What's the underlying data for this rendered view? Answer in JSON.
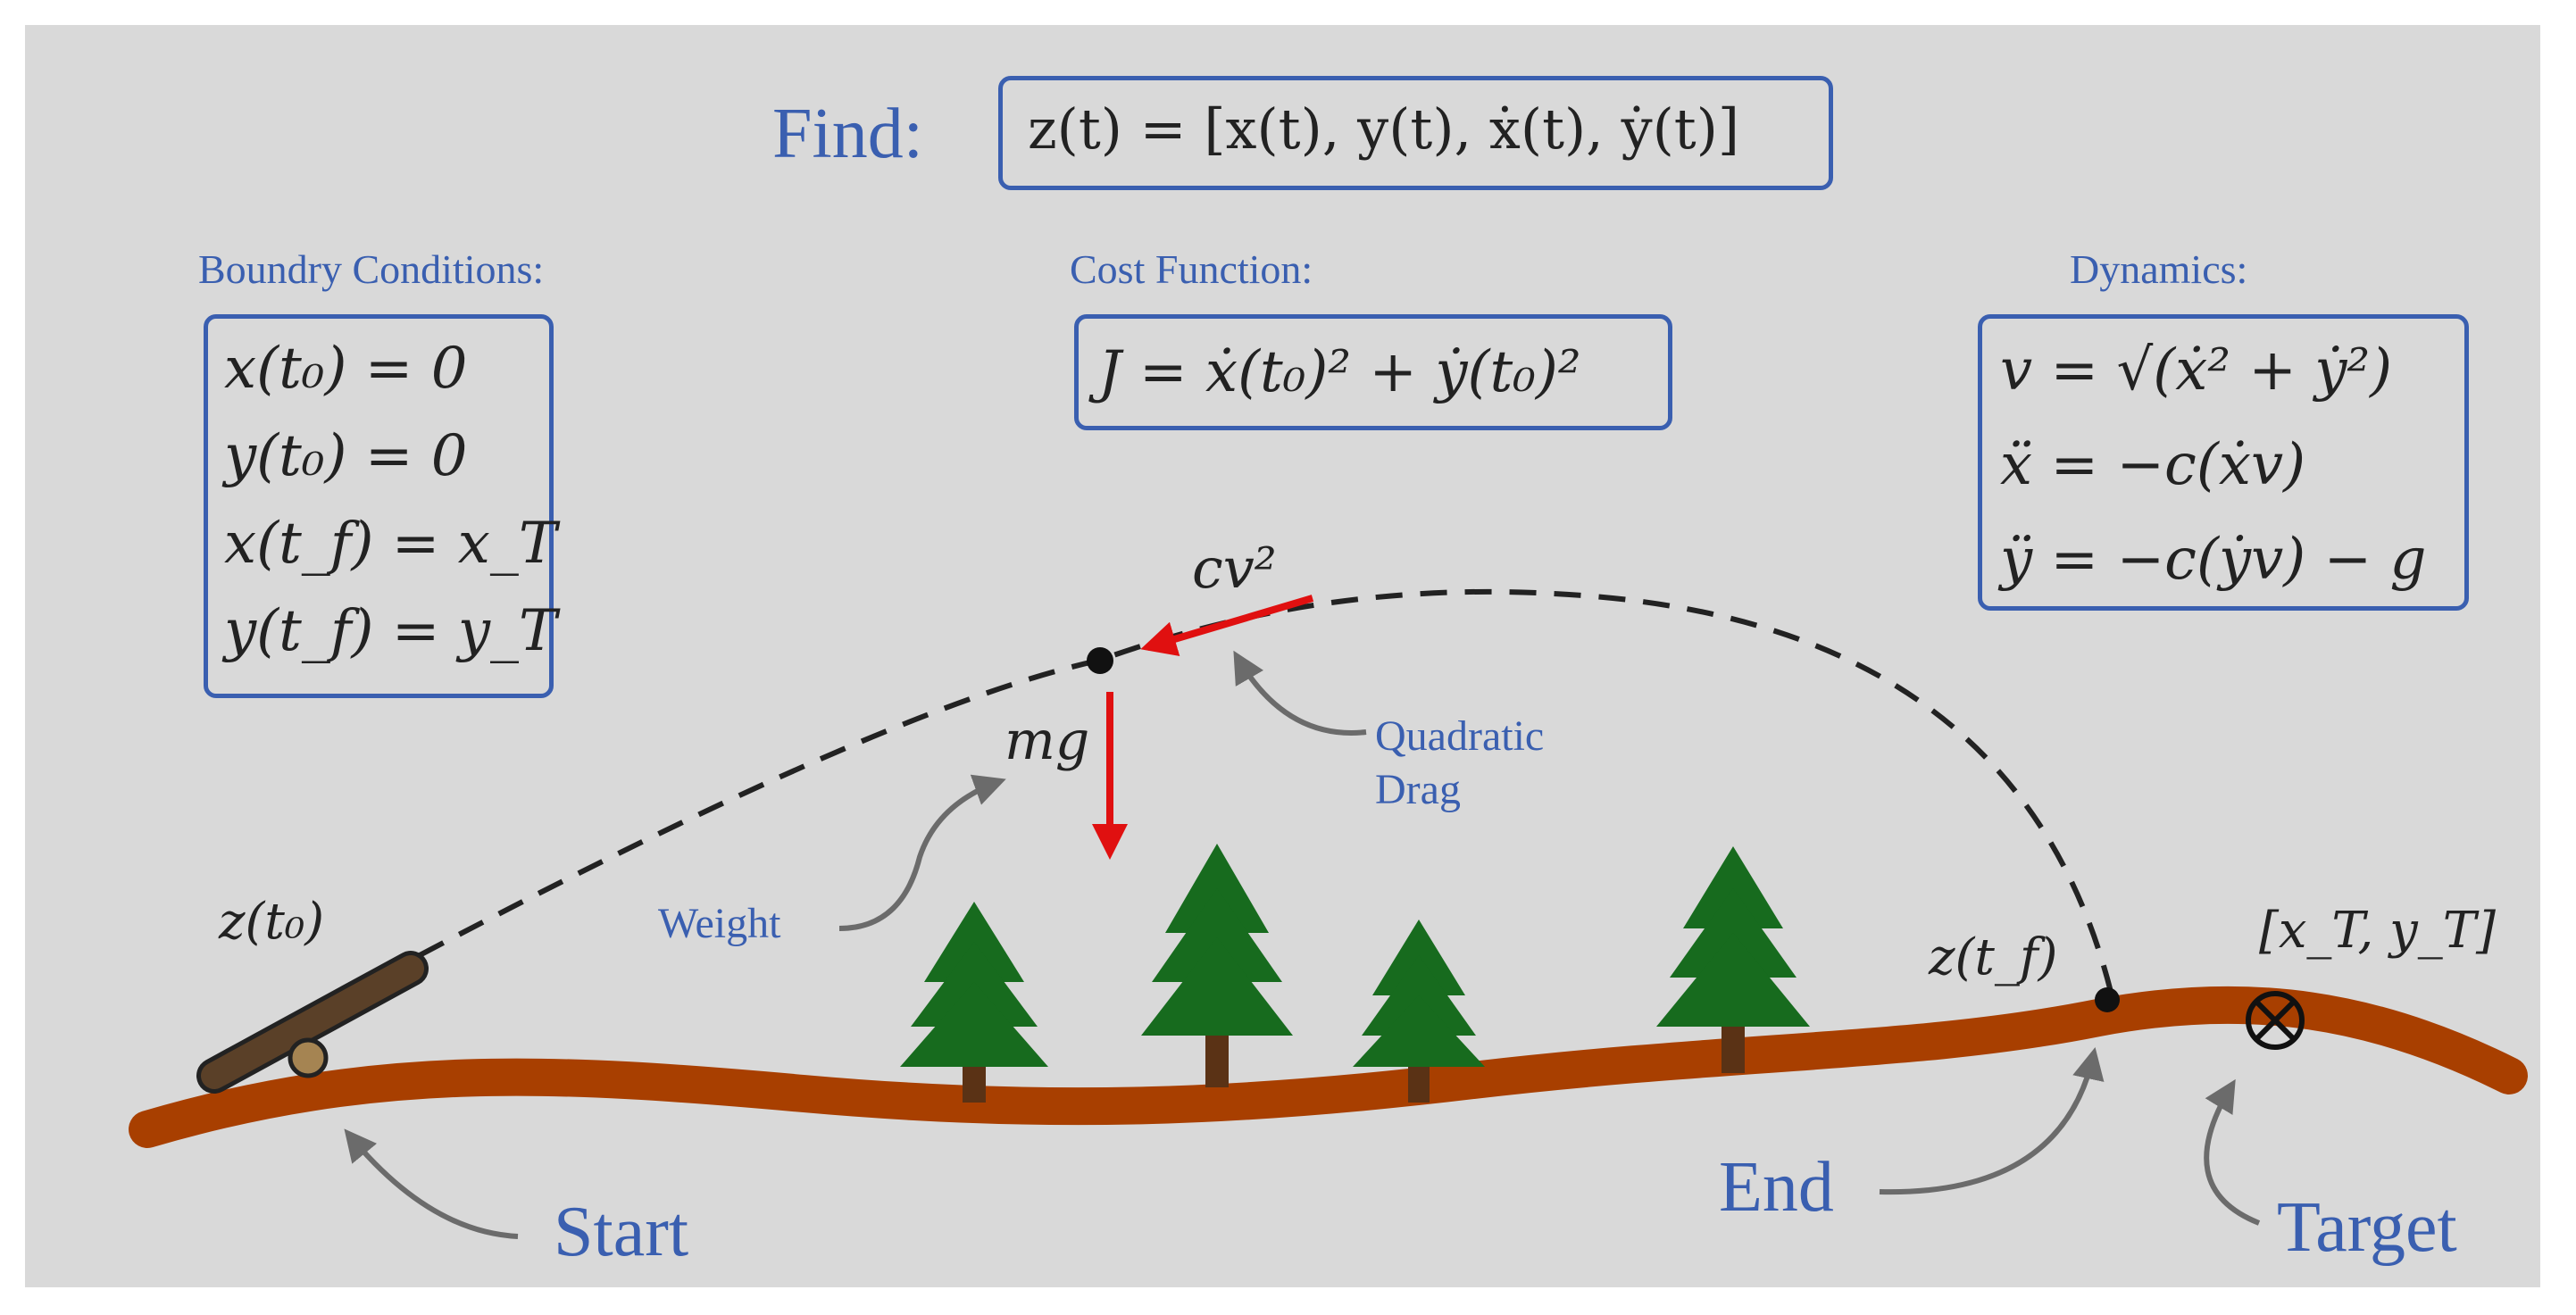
{
  "find": {
    "label": "Find:",
    "equation": "z(t) = [x(t), y(t), ẋ(t), ẏ(t)]"
  },
  "boundary": {
    "title": "Boundry Conditions:",
    "lines": [
      "x(t₀) = 0",
      "y(t₀) = 0",
      "x(t_f) = x_T",
      "y(t_f) = y_T"
    ]
  },
  "cost": {
    "title": "Cost Function:",
    "equation": "J = ẋ(t₀)² + ẏ(t₀)²"
  },
  "dynamics": {
    "title": "Dynamics:",
    "lines": [
      "v = √(ẋ² + ẏ²)",
      "ẍ = −c(ẋv)",
      "ÿ = −c(ẏv) − g"
    ]
  },
  "labels": {
    "drag_force": "cv²",
    "weight_force": "mg",
    "quadratic": "Quadratic",
    "drag": "Drag",
    "weight": "Weight",
    "z_t0": "z(t₀)",
    "z_tf": "z(t_f)",
    "target_coords": "[x_T, y_T]",
    "start": "Start",
    "end": "End",
    "target": "Target"
  },
  "colors": {
    "blue": "#3a5fb0",
    "ground": "#a83f00",
    "tree": "#176b1e",
    "trunk": "#5a3215",
    "force": "#e01010",
    "cannon": "#5a4028",
    "background": "#d9d9d9"
  },
  "icons": {
    "target_marker": "circled-x-icon",
    "cannon": "cannon-icon",
    "tree": "pine-tree-icon"
  }
}
